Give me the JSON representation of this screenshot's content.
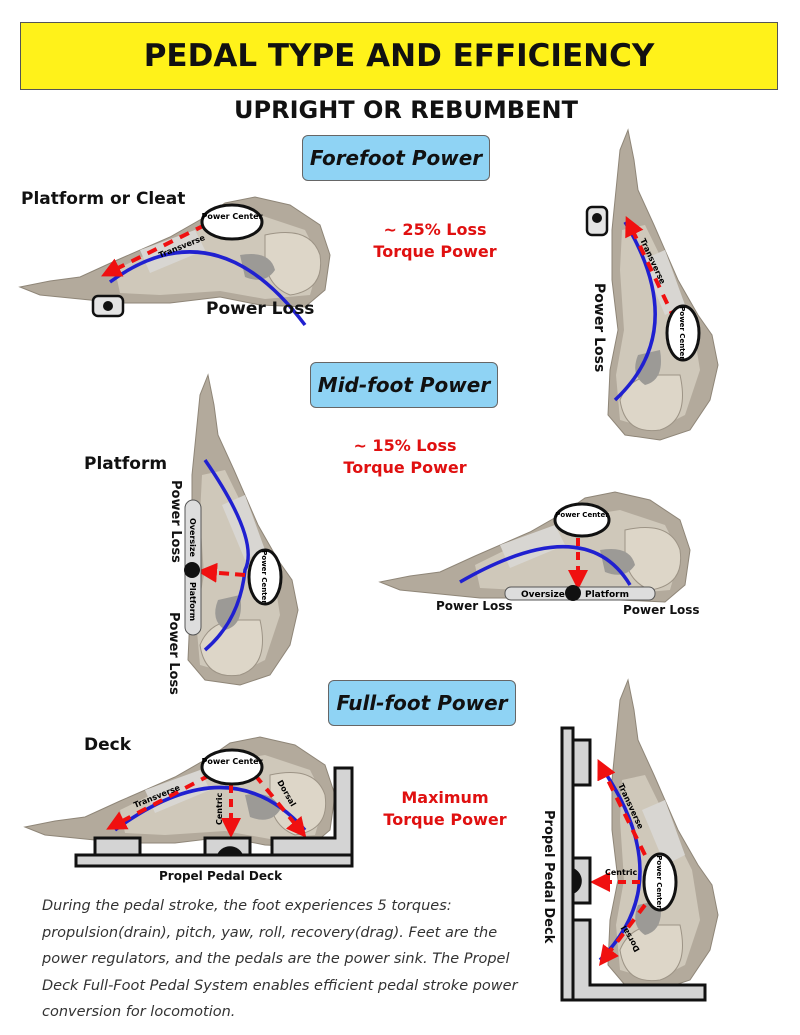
{
  "title": "PEDAL TYPE AND EFFICIENCY",
  "subtitle": "UPRIGHT OR REBUMBENT",
  "colors": {
    "title_bg": "#fff21a",
    "section_bg": "#8fd3f4",
    "loss_text": "#e01010",
    "force_line": "#2020d0",
    "torque_arrow": "#f01010",
    "bone": "#c9c1b3"
  },
  "forefoot": {
    "heading": "Forefoot Power",
    "platform_label": "Platform or Cleat",
    "power_loss": "Power Loss",
    "power_loss_vertical": "Power Loss",
    "loss_line1": "~ 25% Loss",
    "loss_line2": "Torque Power",
    "power_center": "Power Center",
    "transverse": "Transverse",
    "pedal_icon": "cleat-pedal-icon"
  },
  "midfoot": {
    "heading": "Mid-foot Power",
    "platform_label": "Platform",
    "loss_line1": "~ 15% Loss",
    "loss_line2": "Torque Power",
    "power_loss_top": "Power Loss",
    "power_loss_bottom": "Power Loss",
    "power_loss_left": "Power Loss",
    "power_loss_right": "Power Loss",
    "oversize_platform": "Oversize Platform",
    "oversize": "Oversize",
    "platform": "Platform",
    "power_center": "Power Center"
  },
  "fullfoot": {
    "heading": "Full-foot Power",
    "deck_label": "Deck",
    "max_line1": "Maximum",
    "max_line2": "Torque Power",
    "deck_name": "Propel Pedal Deck",
    "deck_name_vertical": "Propel Pedal Deck",
    "power_center": "Power Center",
    "transverse": "Transverse",
    "centric": "Centric",
    "dorsal": "Dorsal"
  },
  "description": "During the pedal stroke, the foot experiences 5 torques: propulsion(drain), pitch, yaw, roll, recovery(drag). Feet are the power regulators, and the pedals are the power sink. The Propel Deck Full-Foot Pedal System enables efficient  pedal stroke power conversion for locomotion."
}
